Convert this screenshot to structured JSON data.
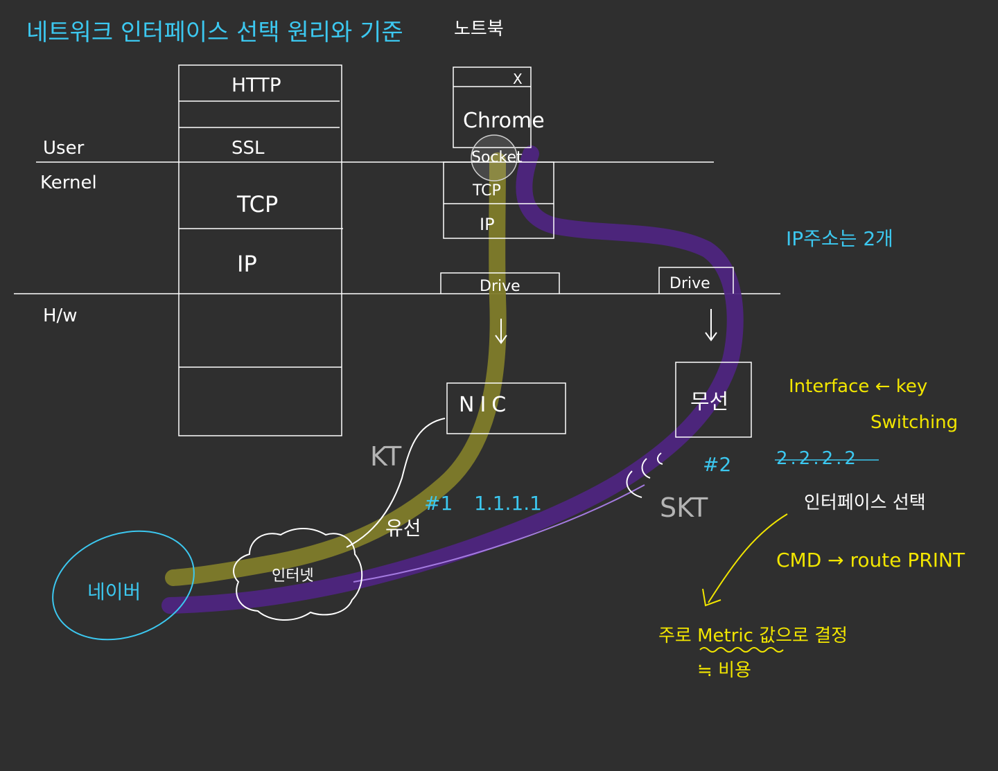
{
  "title": "네트워크 인터페이스 선택 원리와 기준",
  "laptop_label": "노트북",
  "layers": {
    "user": "User",
    "kernel": "Kernel",
    "hw": "H/w"
  },
  "stack": {
    "http": "HTTP",
    "ssl": "SSL",
    "tcp": "TCP",
    "ip": "IP"
  },
  "app": {
    "close": "X",
    "name": "Chrome",
    "socket": "Socket",
    "tcp": "TCP",
    "ip": "IP"
  },
  "drivers": {
    "left": "Drive",
    "right": "Drive"
  },
  "devices": {
    "nic": "NIC",
    "wireless": "무선"
  },
  "ip_note": "IP주소는 2개",
  "interface_note": {
    "line1": "Interface ← key",
    "line2": "Switching"
  },
  "route1": {
    "num": "#1",
    "ip": "1.1.1.1",
    "isp": "KT",
    "medium": "유선"
  },
  "route2": {
    "num": "#2",
    "ip": "2.2.2.2",
    "isp": "SKT"
  },
  "selection": {
    "title": "인터페이스 선택",
    "cmd": "CMD → route PRINT",
    "decision": "주로 Metric 값으로 결정",
    "cost": "≒ 비용"
  },
  "internet": "인터넷",
  "naver": "네이버",
  "colors": {
    "chalk": "#ffffff",
    "cyan": "#3cc8f0",
    "yellow": "#f2e600",
    "olive": "#807c2a",
    "purple": "#4e2580",
    "purple_highlight": "#a47ae0",
    "grey": "#b4b4b4"
  }
}
